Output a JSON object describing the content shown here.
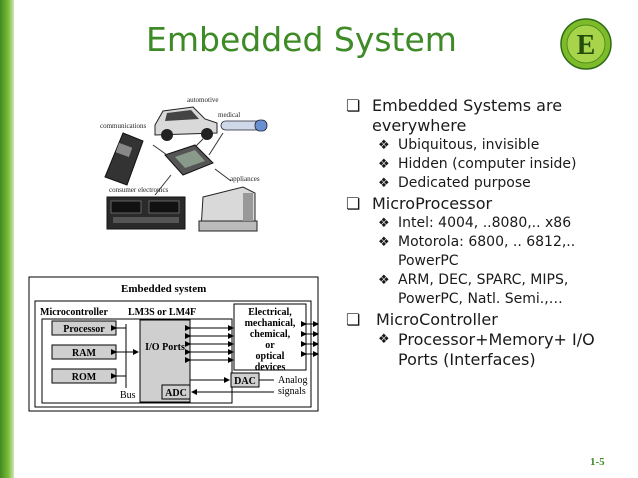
{
  "slide": {
    "title": "Embedded System",
    "page_number": "1-5",
    "logo_letter": "E",
    "brand_color": "#3d8a26"
  },
  "illustration": {
    "labels": {
      "automotive": "automotive",
      "medical": "medical",
      "communications": "communications",
      "appliances": "appliances",
      "consumer_electronics": "consumer electronics"
    }
  },
  "diagram": {
    "title": "Embedded system",
    "microcontroller": "Microcontroller",
    "chip": "LM3S or LM4F",
    "processor": "Processor",
    "ram": "RAM",
    "rom": "ROM",
    "io_ports": "I/O Ports",
    "bus": "Bus",
    "adc": "ADC",
    "dac": "DAC",
    "devices": [
      "Electrical,",
      "mechanical,",
      "chemical,",
      "or",
      "optical",
      "devices"
    ],
    "analog": "Analog",
    "signals": "signals"
  },
  "bullets": [
    {
      "level": 1,
      "text": "Embedded Systems are everywhere"
    },
    {
      "level": 2,
      "text": "Ubiquitous, invisible"
    },
    {
      "level": 2,
      "text": "Hidden (computer inside)"
    },
    {
      "level": 2,
      "text": "Dedicated purpose"
    },
    {
      "level": 1,
      "text": "MicroProcessor"
    },
    {
      "level": 2,
      "text": "Intel: 4004, ..8080,.. x86"
    },
    {
      "level": 2,
      "text": "Motorola: 6800, .. 6812,.. PowerPC"
    },
    {
      "level": 2,
      "text": "ARM, DEC, SPARC, MIPS, PowerPC, Natl. Semi.,…"
    },
    {
      "level": 1,
      "text": "MicroController"
    },
    {
      "level": 2,
      "text": "Processor+Memory+ I/O Ports (Interfaces)"
    }
  ]
}
